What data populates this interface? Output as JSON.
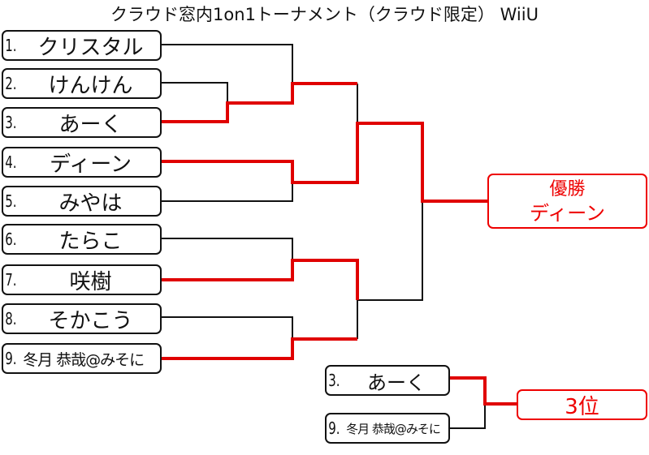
{
  "title": "クラウド窓内1on1トーナメント（クラウド限定） WiiU",
  "entries": [
    {
      "seed": "1.",
      "name": "クリスタル"
    },
    {
      "seed": "2.",
      "name": "けんけん"
    },
    {
      "seed": "3.",
      "name": "あーく"
    },
    {
      "seed": "4.",
      "name": "ディーン"
    },
    {
      "seed": "5.",
      "name": "みやは"
    },
    {
      "seed": "6.",
      "name": "たらこ"
    },
    {
      "seed": "7.",
      "name": "咲樹"
    },
    {
      "seed": "8.",
      "name": "そかこう"
    },
    {
      "seed": "9.",
      "name": "冬月 恭哉@みそに"
    }
  ],
  "champion": {
    "label": "優勝",
    "name": "ディーン"
  },
  "third_place_match": {
    "entries": [
      {
        "seed": "3.",
        "name": "あーく"
      },
      {
        "seed": "9.",
        "name": "冬月 恭哉@みそに"
      }
    ],
    "result_label": "3位"
  },
  "colors": {
    "winner_path": "#e00000",
    "bracket_line": "#111111"
  }
}
